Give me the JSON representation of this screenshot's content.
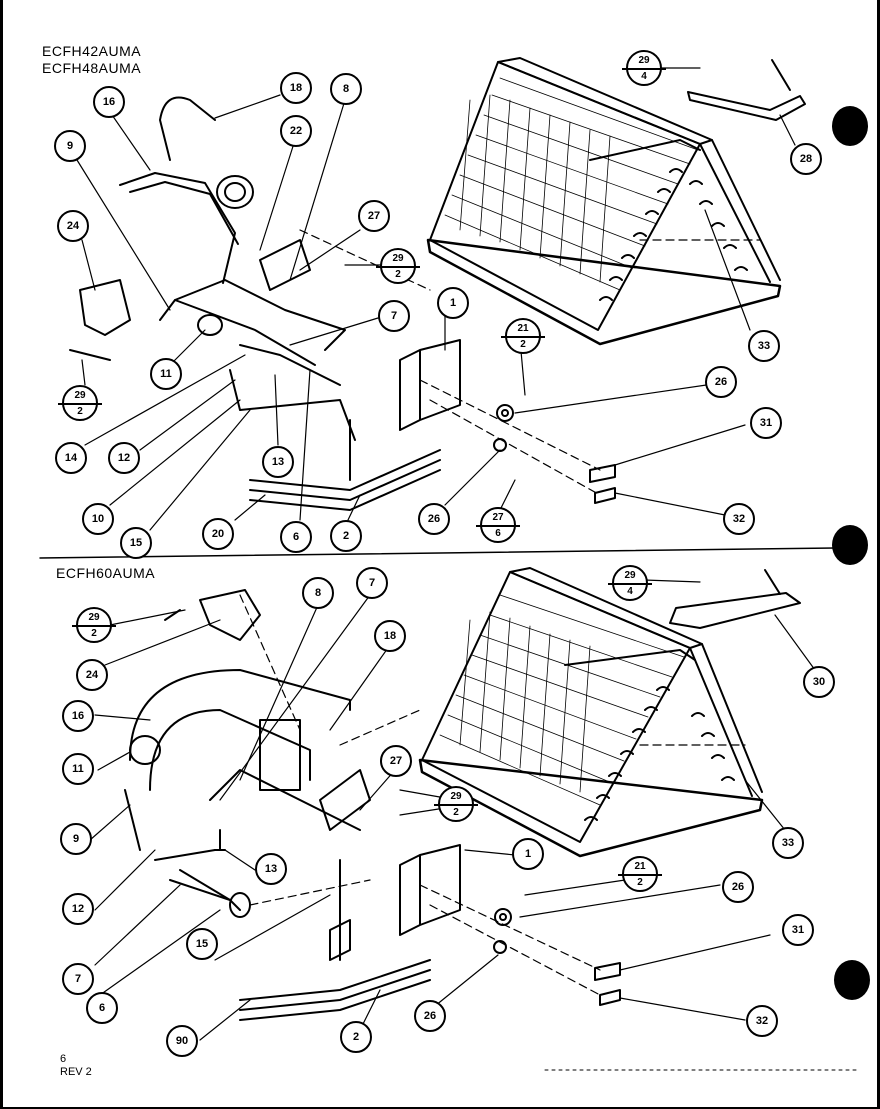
{
  "top_section": {
    "models": [
      "ECFH42AUMA",
      "ECFH48AUMA"
    ],
    "callouts": [
      "18",
      "8",
      "16",
      "9",
      "22",
      "27",
      "28",
      "24",
      "29/2",
      "7",
      "1",
      "21/2",
      "11",
      "33",
      "26",
      "29/2",
      "14",
      "12",
      "13",
      "31",
      "10",
      "15",
      "20",
      "6",
      "2",
      "26",
      "27/6",
      "32",
      "29/4"
    ]
  },
  "bottom_section": {
    "models": [
      "ECFH60AUMA"
    ],
    "callouts": [
      "29/2",
      "8",
      "7",
      "24",
      "18",
      "30",
      "16",
      "11",
      "27",
      "29/2",
      "9",
      "1",
      "33",
      "12",
      "13",
      "21/2",
      "26",
      "7",
      "15",
      "31",
      "6",
      "90",
      "2",
      "26",
      "32",
      "29/4"
    ]
  },
  "footer": {
    "page": "6",
    "revision": "REV 2"
  }
}
